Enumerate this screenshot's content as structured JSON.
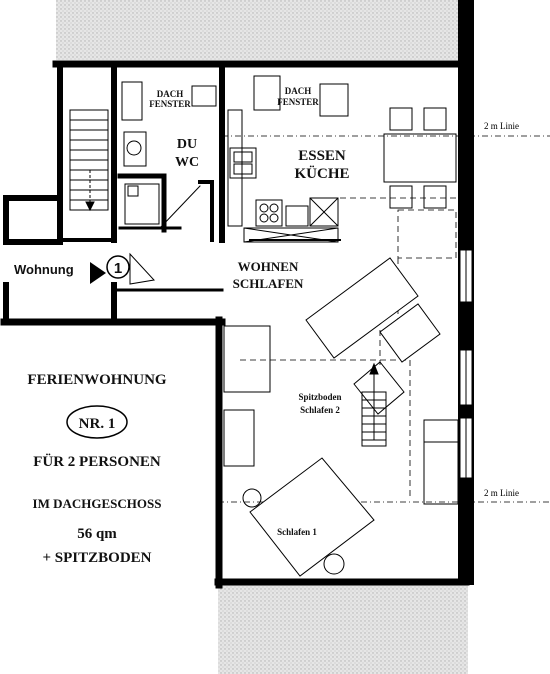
{
  "rooms": {
    "dachfenster_left": [
      "DACH",
      "FENSTER"
    ],
    "dachfenster_right": [
      "DACH",
      "FENSTER"
    ],
    "du_wc": [
      "DU",
      "WC"
    ],
    "essen_kueche": [
      "ESSEN",
      "KÜCHE"
    ],
    "wohnen_schlafen": [
      "WOHNEN",
      "SCHLAFEN"
    ],
    "spitzboden": [
      "Spitzboden",
      "Schlafen 2"
    ],
    "schlafen1": "Schlafen 1"
  },
  "entrance": {
    "label": "Wohnung",
    "number": "1"
  },
  "line_labels": {
    "top": "2 m Linie",
    "bottom": "2 m Linie"
  },
  "info": {
    "line1": "FERIENWOHNUNG",
    "badge": "NR. 1",
    "line2": "FÜR 2 PERSONEN",
    "line3": "IM  DACHGESCHOSS",
    "line4": "56 qm",
    "line5": "+ SPITZBODEN"
  }
}
